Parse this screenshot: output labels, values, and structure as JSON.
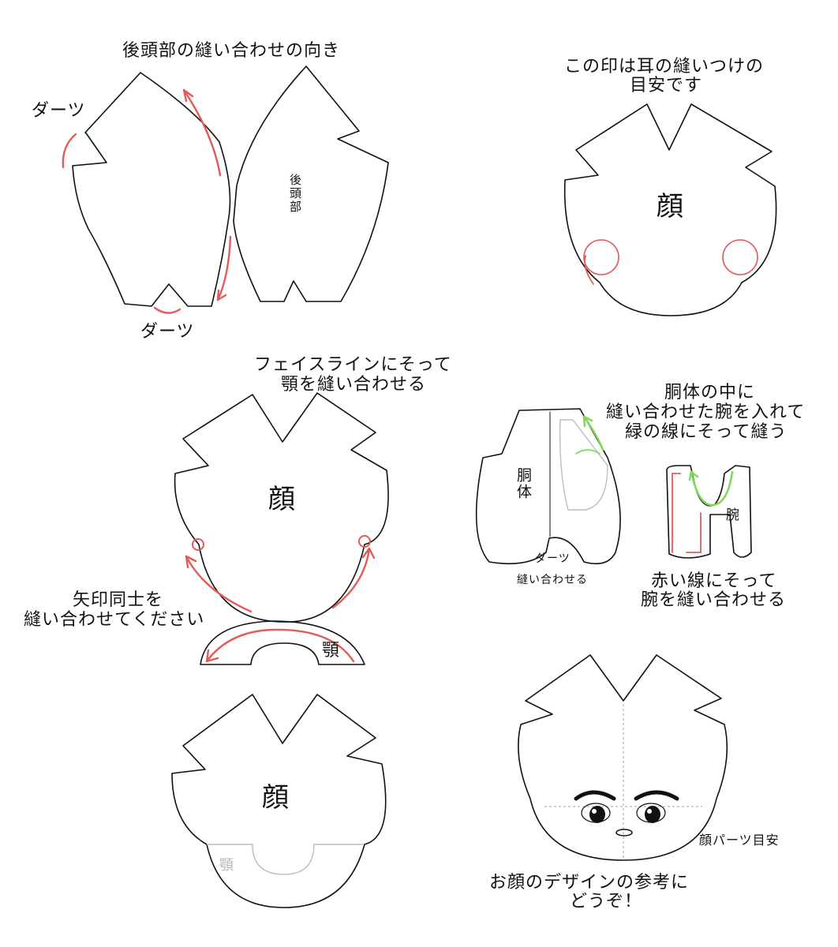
{
  "colors": {
    "outline": "#111111",
    "red_arrow": "#e35a5a",
    "green_arrow": "#7ed957",
    "guide_grey": "#bdbdbd"
  },
  "back_head": {
    "title": "後頭部の縫い合わせの向き",
    "dart_top": "ダーツ",
    "dart_bottom": "ダーツ",
    "piece_label": "後頭部"
  },
  "face_ear": {
    "caption_line1": "この印は耳の縫いつけの",
    "caption_line2": "目安です",
    "piece_label": "顔"
  },
  "face_jaw": {
    "caption_line1": "フェイスラインにそって",
    "caption_line2": "顎を縫い合わせる",
    "piece_label": "顔",
    "arrow_caption_line1": "矢印同士を",
    "arrow_caption_line2": "縫い合わせてください",
    "jaw_label": "顎"
  },
  "body": {
    "caption_line1": "胴体の中に",
    "caption_line2": "縫い合わせた腕を入れて",
    "caption_line3": "緑の線にそって縫う",
    "body_label": "胴体",
    "dart_label": "ダーツ",
    "sew_label": "縫い合わせる",
    "arm_label": "腕",
    "arm_caption_line1": "赤い線にそって",
    "arm_caption_line2": "腕を縫い合わせる"
  },
  "face_final": {
    "piece_label": "顔",
    "jaw_label": "顎"
  },
  "face_design": {
    "parts_label": "顔パーツ目安",
    "caption_line1": "お顔のデザインの参考に",
    "caption_line2": "どうぞ！"
  }
}
